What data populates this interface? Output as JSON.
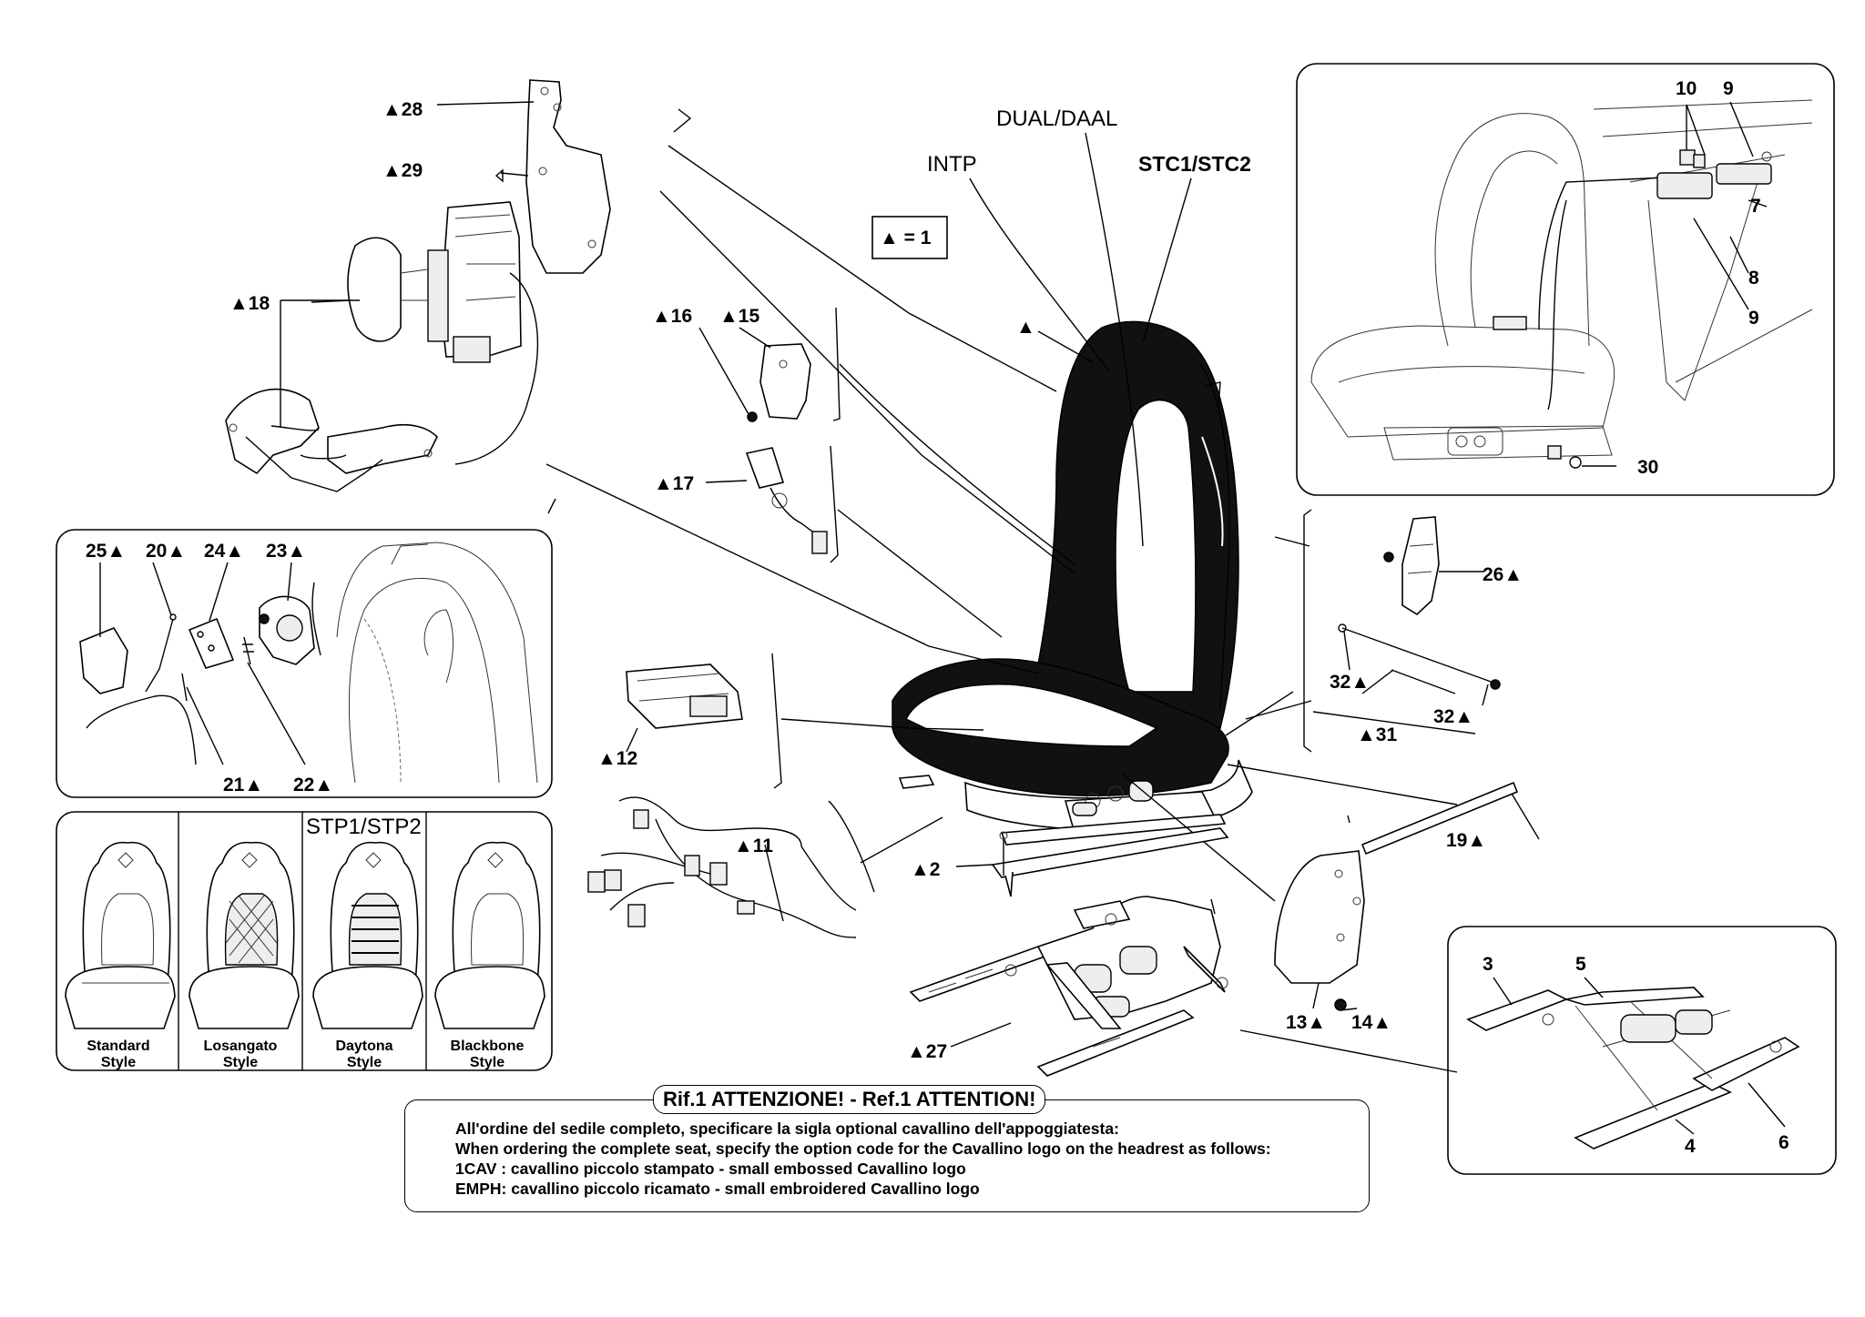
{
  "legend_key": "▲ = 1",
  "codes": {
    "dual": "DUAL/DAAL",
    "intp": "INTP",
    "stc": "STC1/STC2",
    "stp": "STP1/STP2"
  },
  "callouts": {
    "c28": "▲28",
    "c29": "▲29",
    "c18": "▲18",
    "c16": "▲16",
    "c15": "▲15",
    "c17": "▲17",
    "c12": "▲12",
    "c11": "▲11",
    "c2": "▲2",
    "c27": "▲27",
    "seat_tri": "▲",
    "c25": "25▲",
    "c20": "20▲",
    "c24": "24▲",
    "c23": "23▲",
    "c21": "21▲",
    "c22": "22▲",
    "c10": "10",
    "c9a": "9",
    "c7": "7",
    "c8": "8",
    "c9b": "9",
    "c30": "30",
    "c26": "26▲",
    "c32a": "32▲",
    "c32b": "32▲",
    "c31": "▲31",
    "c19": "19▲",
    "c13": "13▲",
    "c14": "14▲",
    "c3": "3",
    "c5": "5",
    "c4": "4",
    "c6": "6"
  },
  "styles": [
    {
      "line1": "Standard",
      "line2": "Style"
    },
    {
      "line1": "Losangato",
      "line2": "Style"
    },
    {
      "line1": "Daytona",
      "line2": "Style"
    },
    {
      "line1": "Blackbone",
      "line2": "Style"
    }
  ],
  "note": {
    "title": "Rif.1 ATTENZIONE! - Ref.1 ATTENTION!",
    "lines": [
      "All'ordine del sedile completo, specificare la sigla optional cavallino dell'appoggiatesta:",
      "When ordering the complete seat, specify the option code for the Cavallino logo on the headrest as follows:",
      "1CAV : cavallino piccolo stampato - small embossed Cavallino logo",
      "EMPH: cavallino piccolo ricamato - small embroidered Cavallino logo"
    ]
  }
}
